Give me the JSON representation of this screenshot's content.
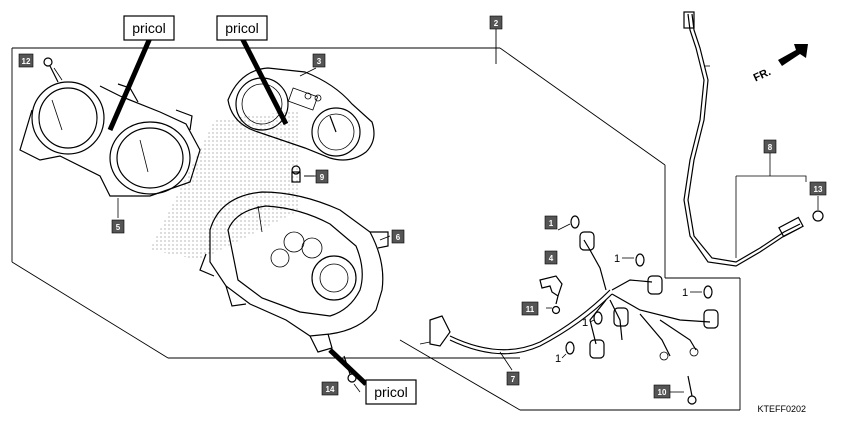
{
  "callouts": {
    "top_left": "pricol",
    "top_middle": "pricol",
    "bottom": "pricol"
  },
  "part_numbers": {
    "p1a": "1",
    "p1b": "1",
    "p1c": "1",
    "p1d": "1",
    "p1e": "1",
    "p2": "2",
    "p3": "3",
    "p4": "4",
    "p5": "5",
    "p6": "6",
    "p7": "7",
    "p8": "8",
    "p9": "9",
    "p10": "10",
    "p11": "11",
    "p12": "12",
    "p13": "13",
    "p14": "14"
  },
  "direction_label": "FR.",
  "diagram_code": "KTEFF0202",
  "colors": {
    "label_box": "#555555",
    "line": "#000000",
    "background": "#ffffff"
  }
}
